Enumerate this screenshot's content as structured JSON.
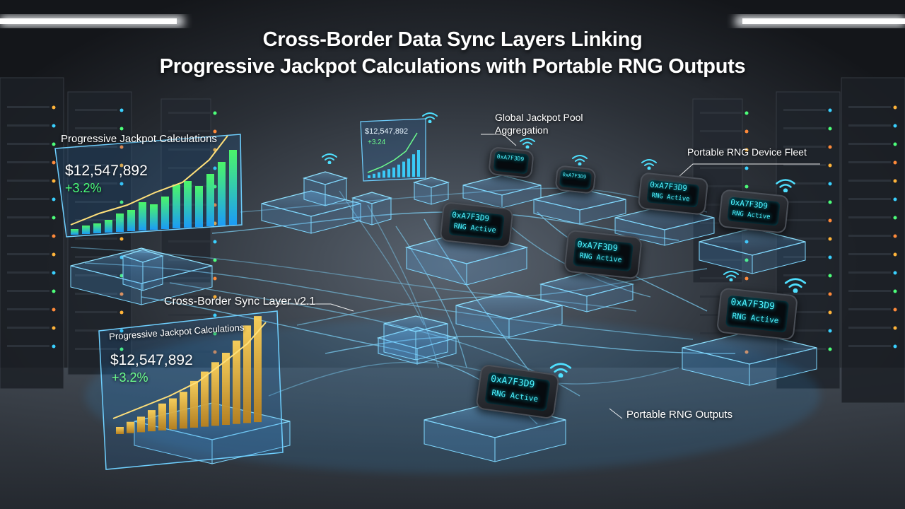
{
  "title": {
    "line1": "Cross-Border Data Sync Layers Linking",
    "line2": "Progressive Jackpot Calculations with Portable RNG Outputs"
  },
  "labels": {
    "jackpot_calc_top": "Progressive Jackpot Calculations",
    "jackpot_calc_bottom": "Progressive Jackpot Calculations",
    "global_pool": "Global Jackpot Pool",
    "global_pool_2": "Aggregation",
    "device_fleet": "Portable RNG Device Fleet",
    "sync_layer": "Cross-Border Sync Layer v2.1",
    "rng_outputs": "Portable RNG Outputs"
  },
  "panels": {
    "top": {
      "amount": "$12,547,892",
      "change": "+3.2%"
    },
    "bottom": {
      "amount": "$12,547,892",
      "change": "+3.2%"
    },
    "mini": {
      "amount": "$12,547,892",
      "change": "+3.24"
    }
  },
  "device": {
    "code": "0xA7F3D9",
    "status": "RNG Active"
  },
  "colors": {
    "accent": "#35c8ff",
    "positive": "#4bff7a",
    "gold": "#e8b23a",
    "green_bar": "#3ee07a"
  },
  "icons": [
    "wifi-icon",
    "trend-arrow-icon"
  ]
}
